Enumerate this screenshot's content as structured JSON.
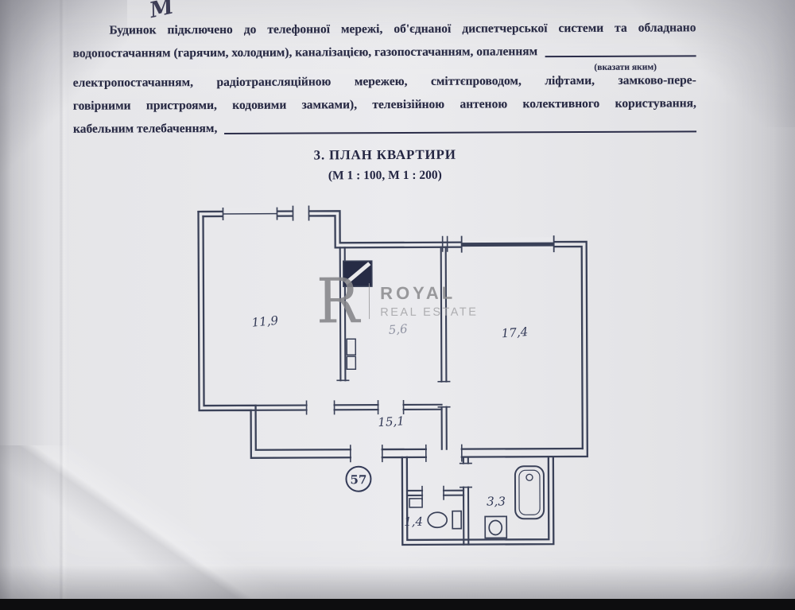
{
  "page": {
    "handwritten_mark": "М"
  },
  "paragraph": {
    "line1": "Будинок підключено до телефонної мережі, об'єднаної диспетчерської системи та обладнано",
    "line2": "водопостачанням (гарячим, холодним), каналізацією, газопостачанням, опаленням",
    "line2_note": "(вказати яким)",
    "line3": "електропостачанням, радіотрансляційною мережею, сміттєпроводом, ліфтами, замково-пере-",
    "line4": "говірними пристроями, кодовими замками), телевізійною антеною колективного користування,",
    "line5": "кабельним телебаченням,"
  },
  "section": {
    "title": "3. ПЛАН КВАРТИРИ",
    "subtitle": "(М 1 : 100, М 1 : 200)"
  },
  "plan": {
    "room_labels": {
      "room_left": "11,9",
      "room_right": "17,4",
      "hall": "15,1",
      "kitchen": "5,6",
      "bath": "3,3",
      "wc": "1,4"
    },
    "apartment_number": "57"
  },
  "watermark": {
    "logo_letter": "R",
    "name_line1": "ROYAL",
    "name_line2": "REAL ESTATE"
  },
  "colors": {
    "ink": "#282a44",
    "plan_ink": "#3a4158",
    "watermark_gray": "#8d8d90",
    "paper": "#e9e9ec"
  }
}
